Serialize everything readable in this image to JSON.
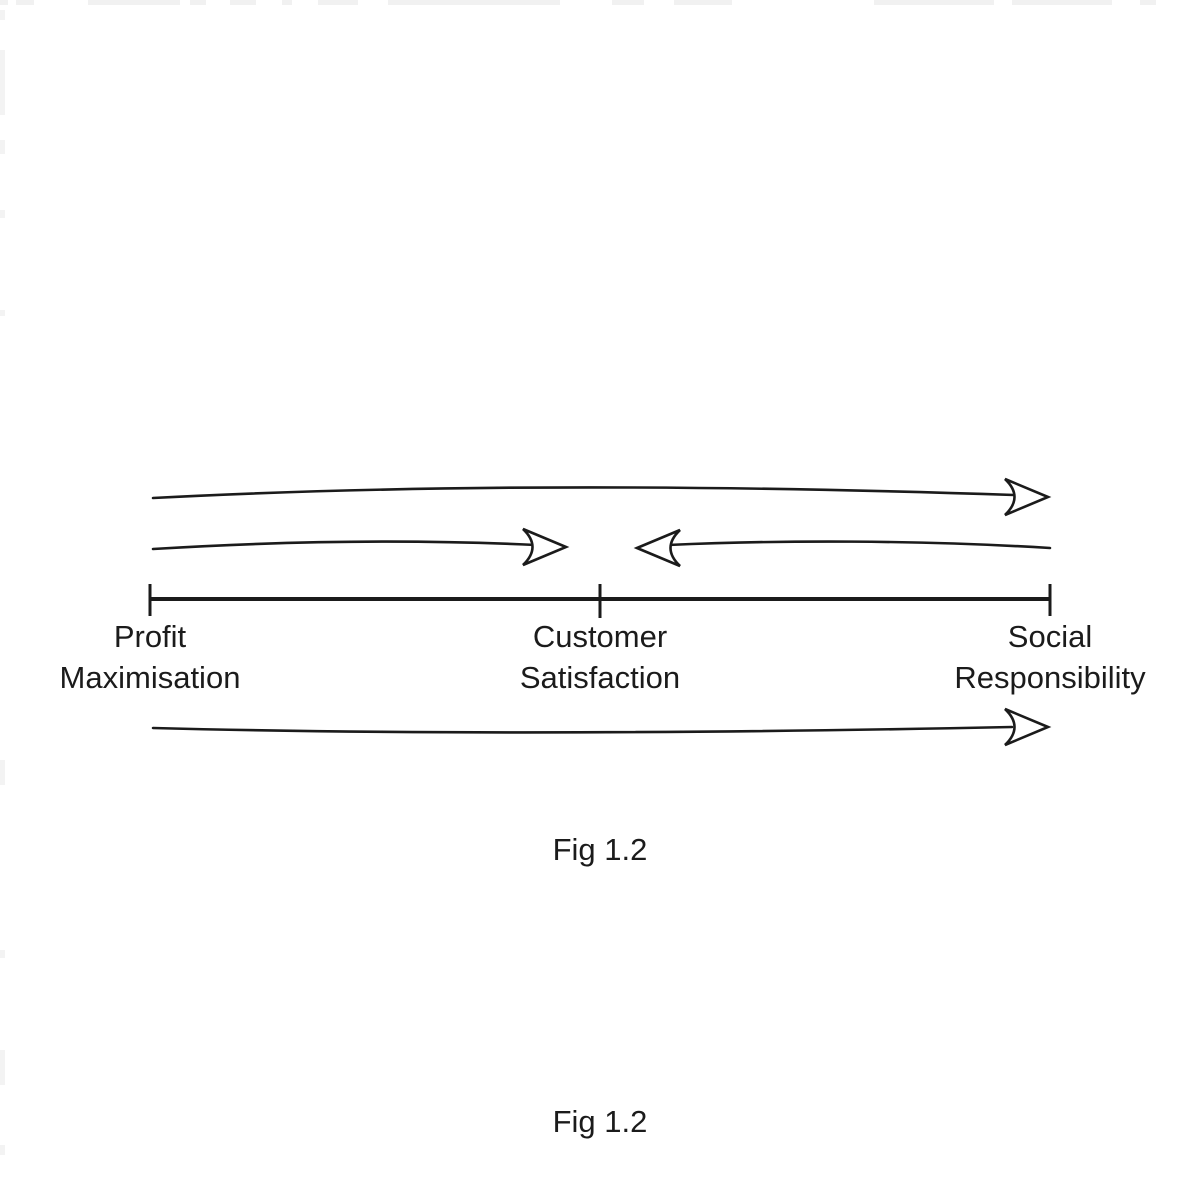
{
  "page": {
    "background": "#ffffff",
    "ink_color": "#1b1b1b"
  },
  "figure": {
    "scale_points": [
      {
        "label_line1": "Profit",
        "label_line2": "Maximisation"
      },
      {
        "label_line1": "Customer",
        "label_line2": "Satisfaction"
      },
      {
        "label_line1": "Social",
        "label_line2": "Responsibility"
      }
    ],
    "arrows": [
      {
        "name": "top-forward-arrow",
        "direction": "right",
        "from": "Profit Maximisation",
        "to": "Social Responsibility"
      },
      {
        "name": "converging-left-arrow",
        "direction": "right",
        "from": "Profit Maximisation",
        "to": "Customer Satisfaction"
      },
      {
        "name": "converging-right-arrow",
        "direction": "left",
        "from": "Social Responsibility",
        "to": "Customer Satisfaction"
      },
      {
        "name": "bottom-forward-arrow",
        "direction": "right",
        "from": "Profit Maximisation",
        "to": "Social Responsibility"
      }
    ],
    "captions": [
      "Fig 1.2",
      "Fig 1.2"
    ]
  }
}
